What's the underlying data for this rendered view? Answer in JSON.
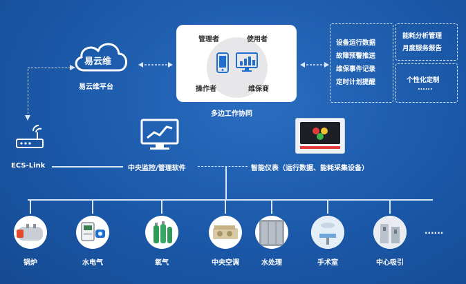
{
  "platform": {
    "cloud_text": "易云维",
    "label": "易云维平台"
  },
  "collaboration": {
    "label": "多边工作协同",
    "roles": {
      "manager": "管理者",
      "user": "使用者",
      "operator": "操作者",
      "maintainer": "维保商"
    }
  },
  "features_left": [
    "设备运行数据",
    "故障预警推送",
    "维保事件记录",
    "定时计划提醒"
  ],
  "features_right_top": [
    "能耗分析管理",
    "月度服务报告"
  ],
  "features_right_bottom": [
    "个性化定制",
    "......"
  ],
  "ecs_link": {
    "label": "ECS-Link"
  },
  "central_software": {
    "label": "中央监控/管理软件"
  },
  "smart_meter": {
    "label": "智能仪表（运行数据、能耗采集设备）"
  },
  "devices": [
    {
      "label": "锅炉"
    },
    {
      "label": "水电气"
    },
    {
      "label": "氧气"
    },
    {
      "label": "中央空调"
    },
    {
      "label": "水处理"
    },
    {
      "label": "手术室"
    },
    {
      "label": "中心吸引"
    }
  ],
  "more_devices": "......",
  "colors": {
    "background": "#1b58a8",
    "line": "#d8e6f7",
    "accent": "#2a7de1"
  }
}
